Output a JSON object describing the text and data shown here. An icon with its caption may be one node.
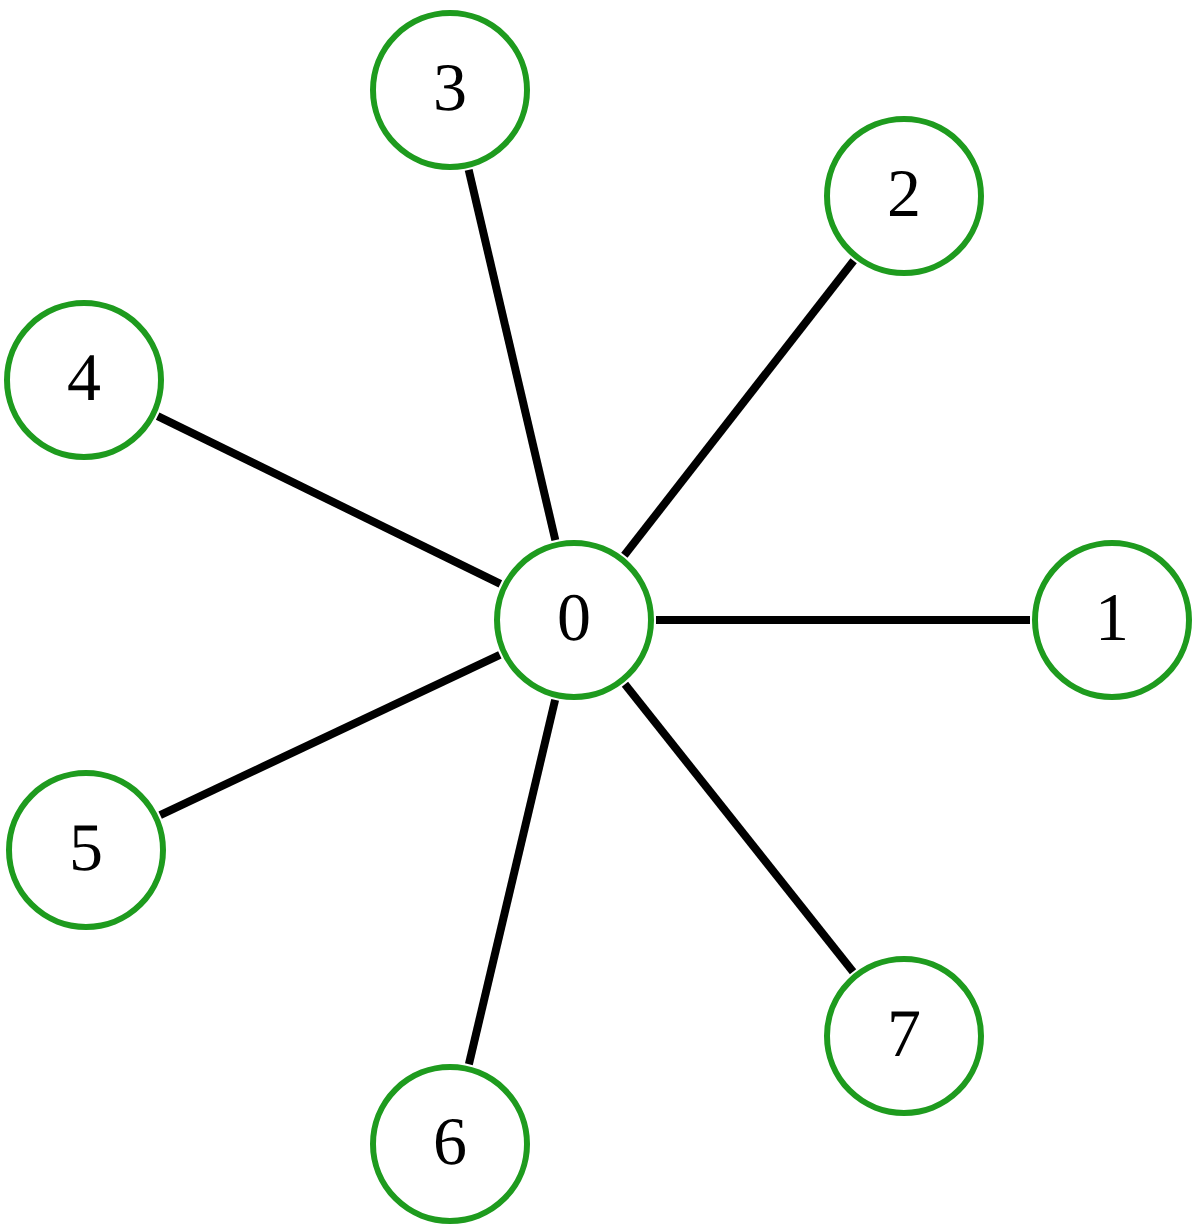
{
  "diagram": {
    "nodes": [
      {
        "text": [
          "0"
        ]
      },
      {
        "text": [
          "1"
        ]
      },
      {
        "text": [
          "2"
        ]
      },
      {
        "text": [
          "3"
        ]
      },
      {
        "text": [
          "4"
        ]
      },
      {
        "text": [
          "5"
        ]
      },
      {
        "text": [
          "6"
        ]
      },
      {
        "text": [
          "7"
        ]
      }
    ],
    "edges": [
      {
        "from": 0,
        "to": 1,
        "arrow": "none"
      },
      {
        "from": 0,
        "to": 2,
        "arrow": "none"
      },
      {
        "from": 0,
        "to": 3,
        "arrow": "none"
      },
      {
        "from": 0,
        "to": 4,
        "arrow": "none"
      },
      {
        "from": 0,
        "to": 5,
        "arrow": "none"
      },
      {
        "from": 0,
        "to": 6,
        "arrow": "none"
      },
      {
        "from": 0,
        "to": 7,
        "arrow": "none"
      }
    ]
  }
}
